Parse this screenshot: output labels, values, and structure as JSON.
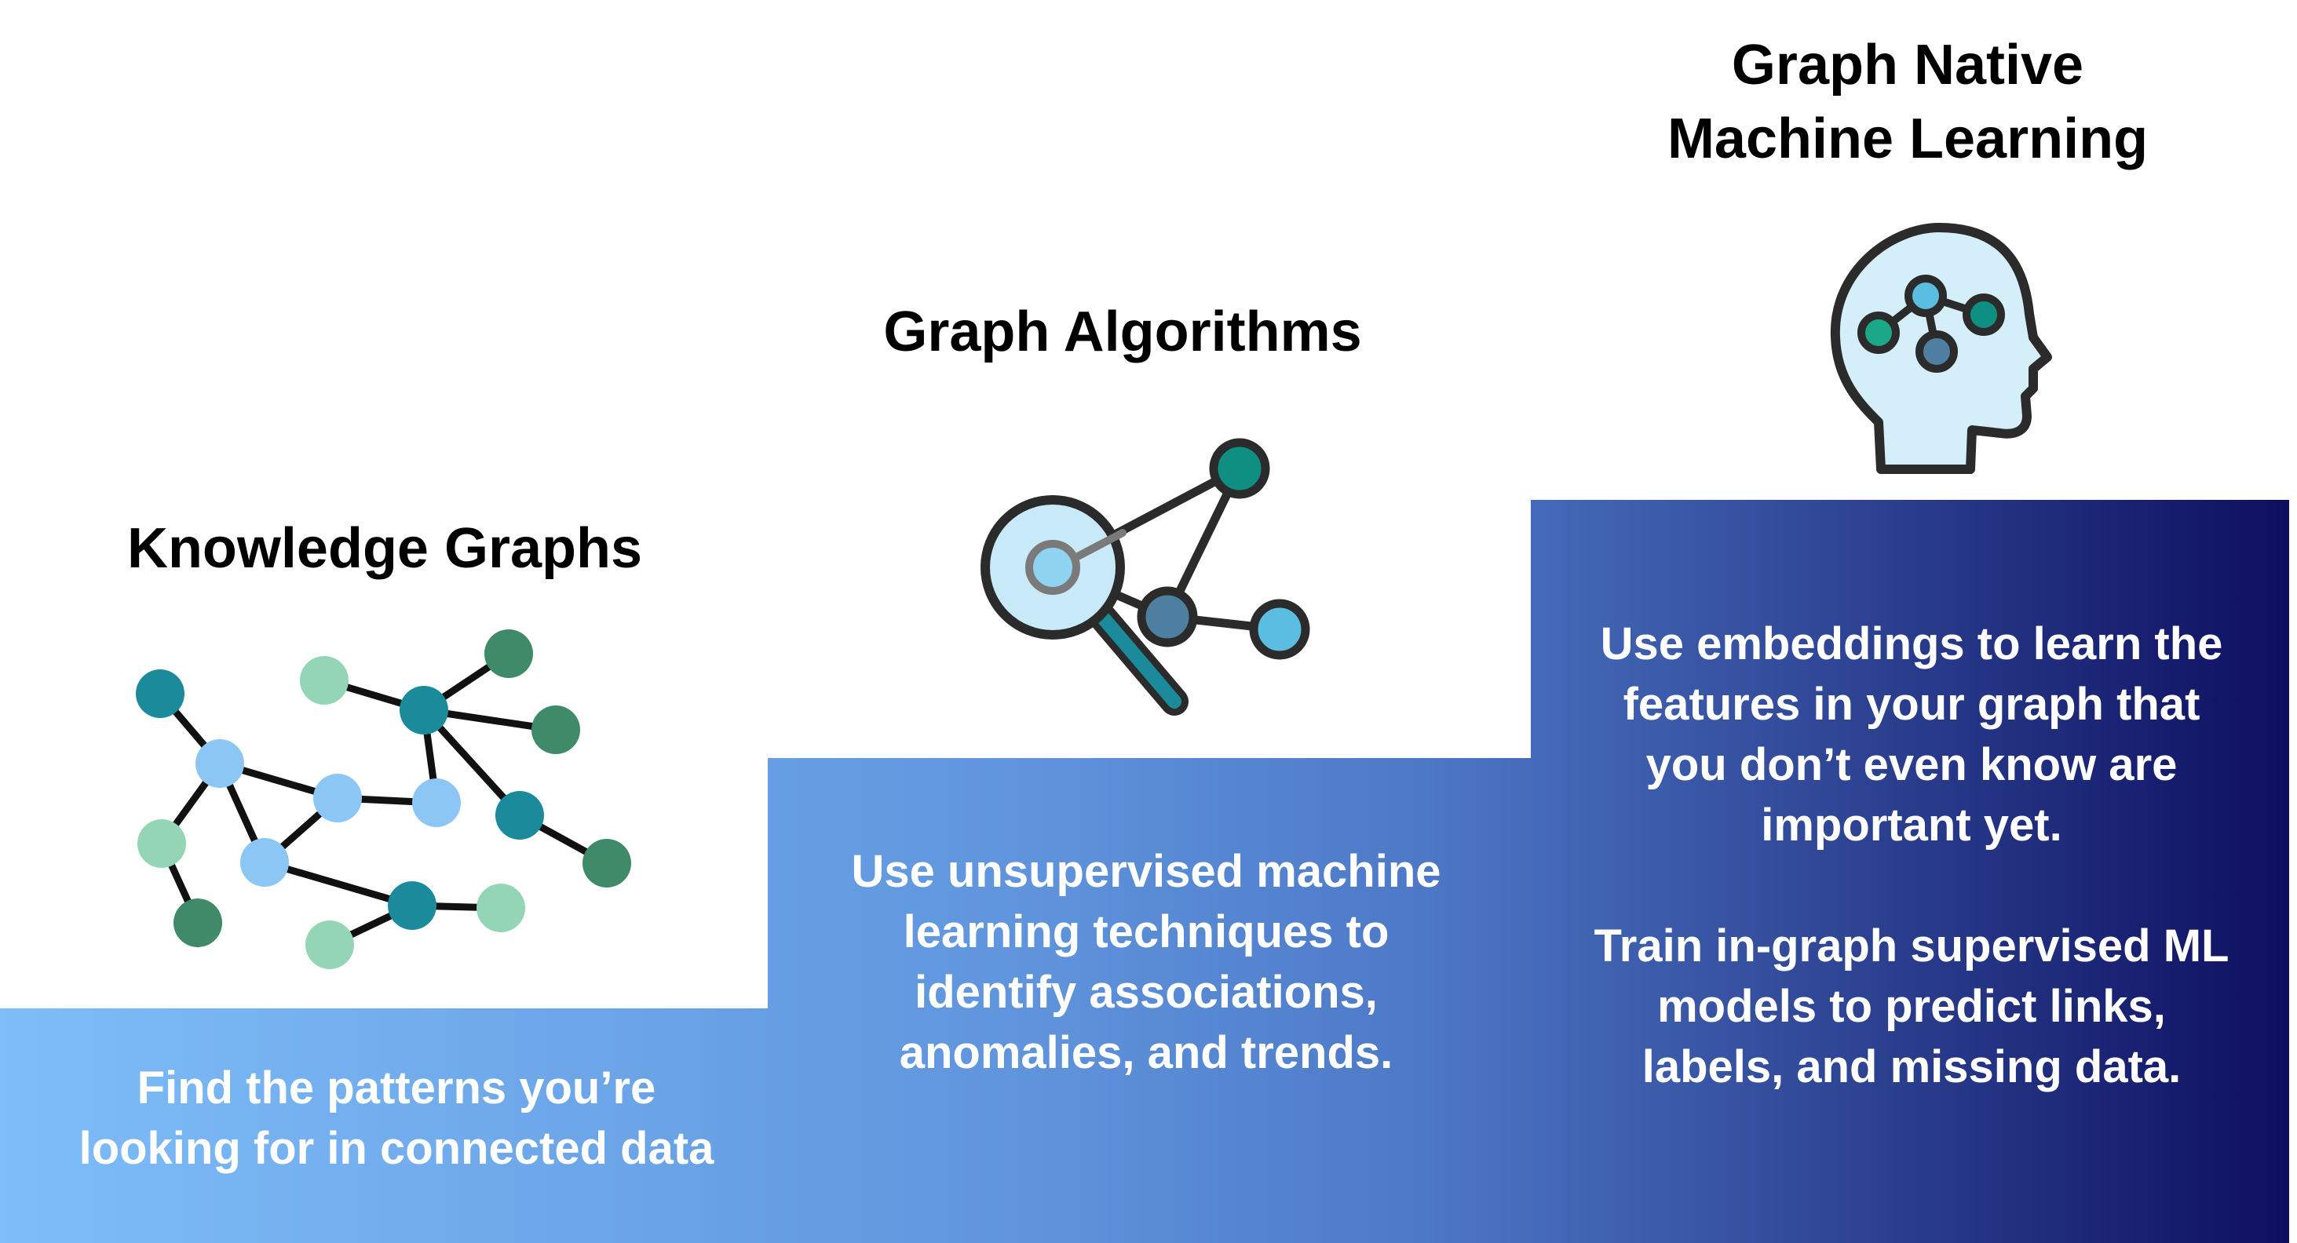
{
  "colors": {
    "step_gradient_start": "#7ebdf8",
    "step_gradient_mid": "#4d78c6",
    "step_gradient_end": "#0d0d5e",
    "node_teal": "#1b8b9c",
    "node_dark_green": "#3f8a68",
    "node_light_blue": "#8cc6f5",
    "node_mint": "#93d5b4",
    "node_cyan": "#5bbde0",
    "node_slate": "#4f7fa0",
    "magnifier_lens": "#c8eaf8",
    "head_fill": "#d4eefa"
  },
  "steps": [
    {
      "title": "Knowledge Graphs",
      "description": "Find the patterns you’re\nlooking for in connected data",
      "icon": "knowledge-graph-network-icon"
    },
    {
      "title": "Graph Algorithms",
      "description": "Use unsupervised machine\nlearning techniques to\nidentify associations,\nanomalies, and trends.",
      "icon": "magnifier-graph-icon"
    },
    {
      "title": "Graph Native\nMachine Learning",
      "description": "Use embeddings to learn the\nfeatures in your graph that\nyou don’t even know are\nimportant yet.\n\nTrain in-graph supervised ML\nmodels to predict links,\nlabels, and missing data.",
      "icon": "head-graph-icon"
    }
  ]
}
